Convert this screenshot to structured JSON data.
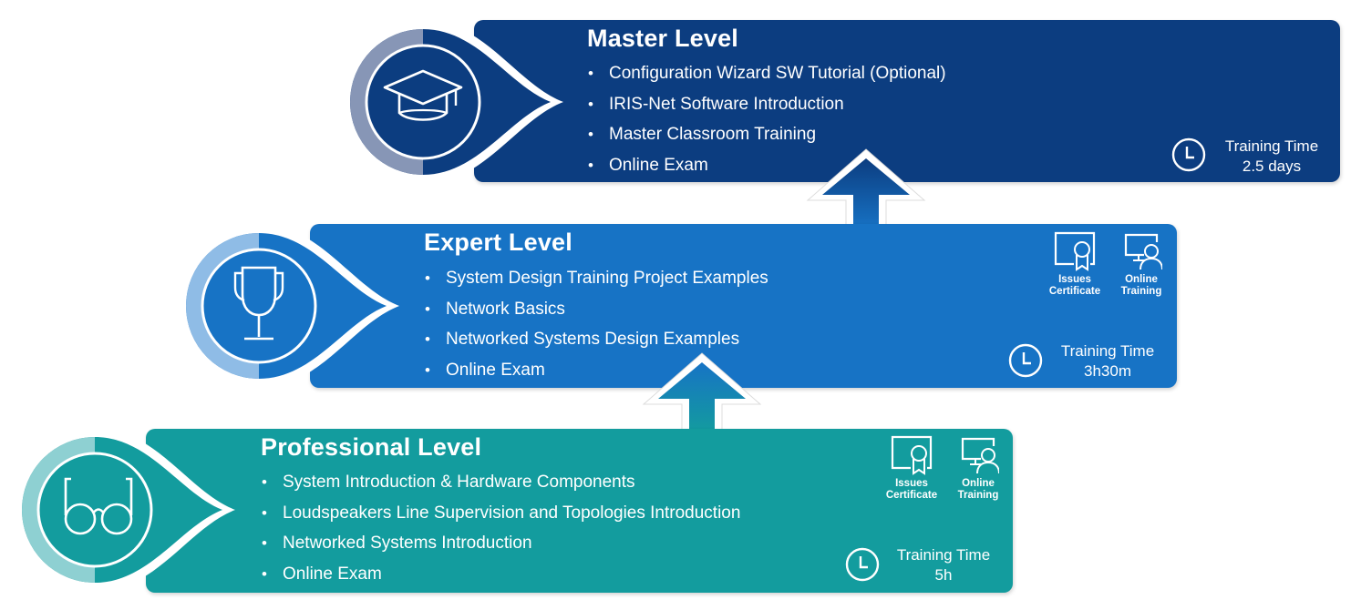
{
  "levels": [
    {
      "title": "Master Level",
      "items": [
        "Configuration Wizard SW Tutorial (Optional)",
        "IRIS-Net Software Introduction",
        "Master Classroom Training",
        "Online Exam"
      ],
      "training_time_label": "Training Time",
      "training_time_value": "2.5 days",
      "icon": "graduation-cap-icon",
      "color": "#0c3d80"
    },
    {
      "title": "Expert Level",
      "items": [
        "System Design Training Project Examples",
        "Network Basics",
        "Networked Systems Design Examples",
        "Online Exam"
      ],
      "training_time_label": "Training Time",
      "training_time_value": "3h30m",
      "badges": [
        {
          "label_line1": "Issues",
          "label_line2": "Certificate",
          "icon": "certificate-icon"
        },
        {
          "label_line1": "Online",
          "label_line2": "Training",
          "icon": "online-training-icon"
        }
      ],
      "icon": "trophy-icon",
      "color": "#1773c5"
    },
    {
      "title": "Professional Level",
      "items": [
        "System Introduction & Hardware Components",
        "Loudspeakers Line Supervision and Topologies Introduction",
        "Networked Systems Introduction",
        "Online Exam"
      ],
      "training_time_label": "Training Time",
      "training_time_value": "5h",
      "badges": [
        {
          "label_line1": "Issues",
          "label_line2": "Certificate",
          "icon": "certificate-icon"
        },
        {
          "label_line1": "Online",
          "label_line2": "Training",
          "icon": "online-training-icon"
        }
      ],
      "icon": "glasses-icon",
      "color": "#139c9e"
    }
  ]
}
